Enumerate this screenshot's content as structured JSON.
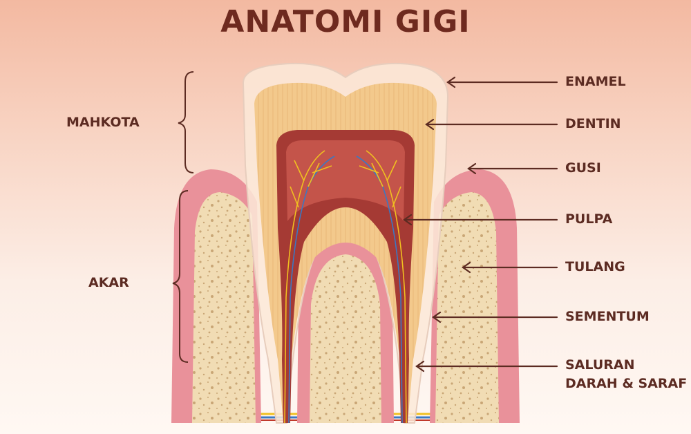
{
  "title": "ANATOMI GIGI",
  "regions": {
    "crown": "MAHKOTA",
    "root": "AKAR"
  },
  "labels": {
    "enamel": "ENAMEL",
    "dentin": "DENTIN",
    "gum": "GUSI",
    "pulp": "PULPA",
    "bone": "TULANG",
    "cementum": "SEMENTUM",
    "canal_line1": "SALURAN",
    "canal_line2": "DARAH & SARAF"
  },
  "colors": {
    "title": "#6e2a1f",
    "enamel": "#fbe9d8",
    "dentin": "#f3c98c",
    "pulp": "#a53a34",
    "gum": "#e9919a",
    "bone": "#f1dcb4",
    "nerve": "#f0c020",
    "vessel": "#3b78c2"
  }
}
